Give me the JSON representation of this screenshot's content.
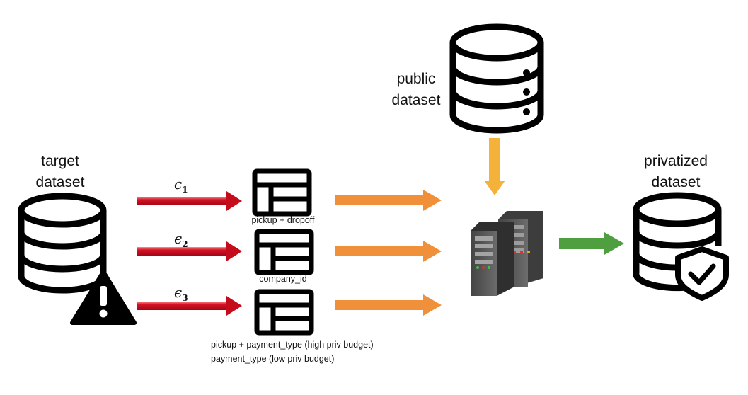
{
  "nodes": {
    "public_dataset": "public\ndataset",
    "target_dataset": "target\ndataset",
    "privatized_dataset": "privatized\ndataset"
  },
  "epsilons": {
    "e1": {
      "symbol": "ϵ",
      "sub": "1"
    },
    "e2": {
      "symbol": "ϵ",
      "sub": "2"
    },
    "e3": {
      "symbol": "ϵ",
      "sub": "3"
    }
  },
  "tables": {
    "t1": "pickup + dropoff",
    "t2": "company_id",
    "t3_line1": "pickup + payment_type (high priv budget)",
    "t3_line2": "payment_type (low priv budget)"
  },
  "colors": {
    "red_arrow": "#cc1020",
    "orange_arrow": "#f0903a",
    "yellow_arrow": "#f5b23a",
    "green_arrow": "#4f9e3f",
    "server_body": "#5a5a5a"
  },
  "icons": [
    "database-icon",
    "warning-icon",
    "table-icon",
    "server-icon",
    "shield-check-icon"
  ]
}
